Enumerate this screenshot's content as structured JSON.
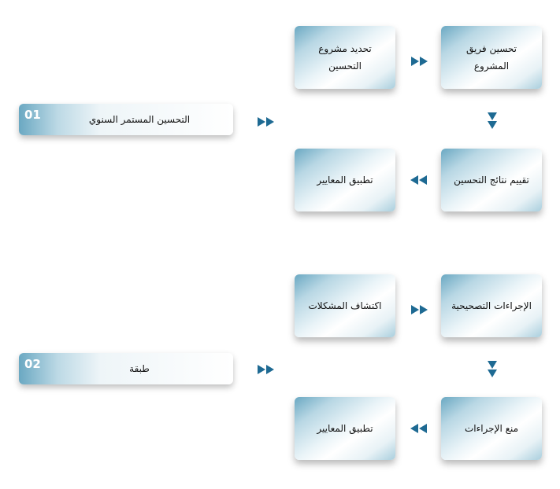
{
  "colors": {
    "arrow": "#1e6a93",
    "accent": "#6aa8c2"
  },
  "rows": [
    {
      "number": "01",
      "label": "التحسين المستمر السنوي",
      "steps": {
        "top_left": "تحديد مشروع التحسين",
        "top_right": "تحسين فريق المشروع",
        "bottom_right": "تقييم نتائج التحسين",
        "bottom_left": "تطبيق المعايير"
      }
    },
    {
      "number": "02",
      "label": "طبقة",
      "steps": {
        "top_left": "اكتشاف المشكلات",
        "top_right": "الإجراءات التصحيحية",
        "bottom_right": "منع الإجراءات",
        "bottom_left": "تطبيق المعايير"
      }
    }
  ]
}
